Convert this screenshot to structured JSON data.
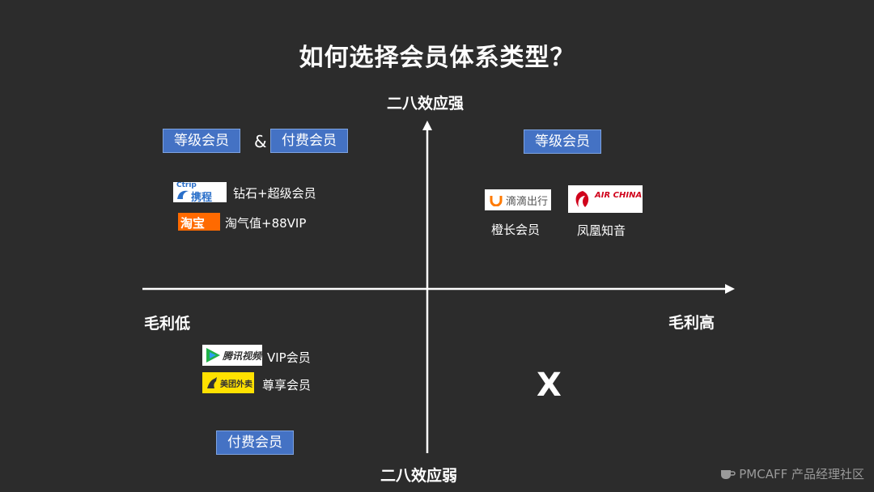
{
  "title": "如何选择会员体系类型？",
  "axes": {
    "top": "二八效应强",
    "bottom": "二八效应弱",
    "left": "毛利低",
    "right": "毛利高"
  },
  "top_left": {
    "tag1": "等级会员",
    "amp": "&",
    "tag2": "付费会员",
    "items": [
      {
        "logo": "携程",
        "logo_small": "Ctrip",
        "text": "钻石+超级会员"
      },
      {
        "logo": "淘宝",
        "text": "淘气值+88VIP"
      }
    ]
  },
  "top_right": {
    "tag": "等级会员",
    "items": [
      {
        "logo": "滴滴出行",
        "text": "橙长会员"
      },
      {
        "logo": "AIR CHINA",
        "text": "凤凰知音"
      }
    ]
  },
  "bottom_left": {
    "tag": "付费会员",
    "items": [
      {
        "logo": "腾讯视频",
        "text": "VIP会员"
      },
      {
        "logo": "美团外卖",
        "text": "尊享会员"
      }
    ]
  },
  "bottom_right": {
    "mark": "X"
  },
  "watermark": "PMCAFF 产品经理社区"
}
